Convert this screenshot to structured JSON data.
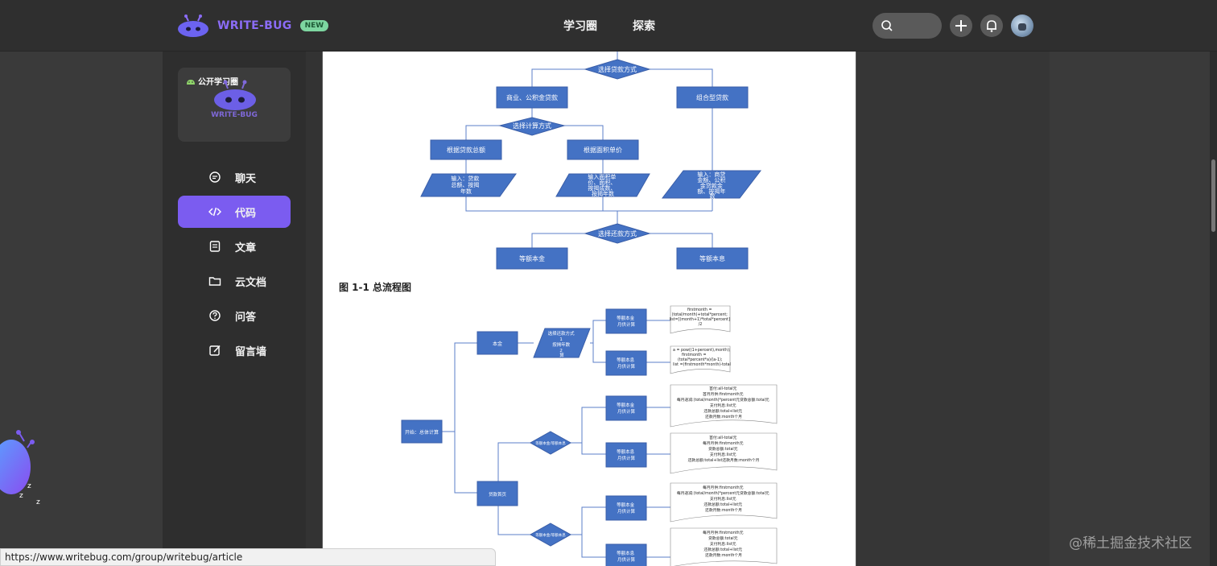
{
  "header": {
    "brand": "WRITE-BUG",
    "badge": "NEW",
    "nav": [
      "学习圈",
      "探索"
    ]
  },
  "sidebar": {
    "group_tag": "公开学习圈",
    "group_name": "WRITE-BUG",
    "items": [
      {
        "label": "聊天",
        "icon": "chat-icon"
      },
      {
        "label": "代码",
        "icon": "code-icon",
        "active": true
      },
      {
        "label": "文章",
        "icon": "article-icon"
      },
      {
        "label": "云文档",
        "icon": "folder-icon"
      },
      {
        "label": "问答",
        "icon": "question-icon"
      },
      {
        "label": "留言墙",
        "icon": "edit-icon"
      }
    ]
  },
  "article": {
    "figure_caption": "图 1-1 总流程图",
    "flow1": {
      "d1": "选择贷款方式",
      "b_left": "商业、公积金贷款",
      "b_right": "组合型贷款",
      "d2": "选择计算方式",
      "b_total": "根据贷款总额",
      "b_area": "根据面积单价",
      "p1": [
        "输入：贷款",
        "总额、按揭",
        "年数"
      ],
      "p2": [
        "输入面积单",
        "价、面积、",
        "按揭成数、",
        "按揭年数"
      ],
      "p3": [
        "输入：商贷",
        "金额、公积",
        "金贷款金",
        "额、按揭年",
        "数"
      ],
      "d3": "选择还款方式",
      "b_eq_principal_interest": "等额本金",
      "b_eq_principal": "等额本息"
    },
    "flow2": {
      "start": "开始：总体计算",
      "b_top": "本金",
      "para": [
        "选择还款方式",
        "1",
        "按揭年数",
        "2",
        "算"
      ],
      "b_r1": [
        "等额本金",
        "月供计算"
      ],
      "b_r2": [
        "等额本息",
        "月供计算"
      ],
      "doc1": [
        "firstmonth =",
        "(total/month)+total*percent;",
        "list=[(month+1)*total*percent]",
        "/2"
      ],
      "doc2": [
        "a = pow((1+percent),month);",
        "firstmonth =",
        "(total*percent*a)/(a-1);",
        "list =(firstmonth*month)-total"
      ],
      "b_mid": "贷款首页",
      "d_mid": "等额本金/等额本息",
      "b_r3": [
        "等额本金",
        "月供计算"
      ],
      "b_r4": [
        "等额本息",
        "月供计算"
      ],
      "doc3": [
        "首付:all-total元",
        "首月月供:firstmonth元",
        "每月递减:(total/month)*percent元贷款总额:total元",
        "支付利息:list元",
        "还款总额:total+list元",
        "还款月数:month个月"
      ],
      "doc4": [
        "首付:all-total元",
        "每月月供:firstmonth元",
        "贷款总额:total元",
        "支付利息:list元",
        "还款总额:total+list还款月数:month个月"
      ],
      "d_bottom": "等额本金/等额本息",
      "b_r5": [
        "等额本金",
        "月供计算"
      ],
      "b_r6": [
        "等额本息",
        "月供计算"
      ],
      "doc5": [
        "每月月供:firstmonth元",
        "每月递减:(total/month)*percent元贷款总额:total元",
        "支付利息:list元",
        "还款总额:total+list元",
        "还款月数:month个月"
      ],
      "doc6": [
        "每月月供:firstmonth元",
        "贷款总额:total元",
        "支付利息:list元",
        "还款总额:total+list元",
        "还款月数:month个月"
      ]
    }
  },
  "status_url": "https://www.writebug.com/group/writebug/article",
  "watermark": "@稀土掘金技术社区"
}
